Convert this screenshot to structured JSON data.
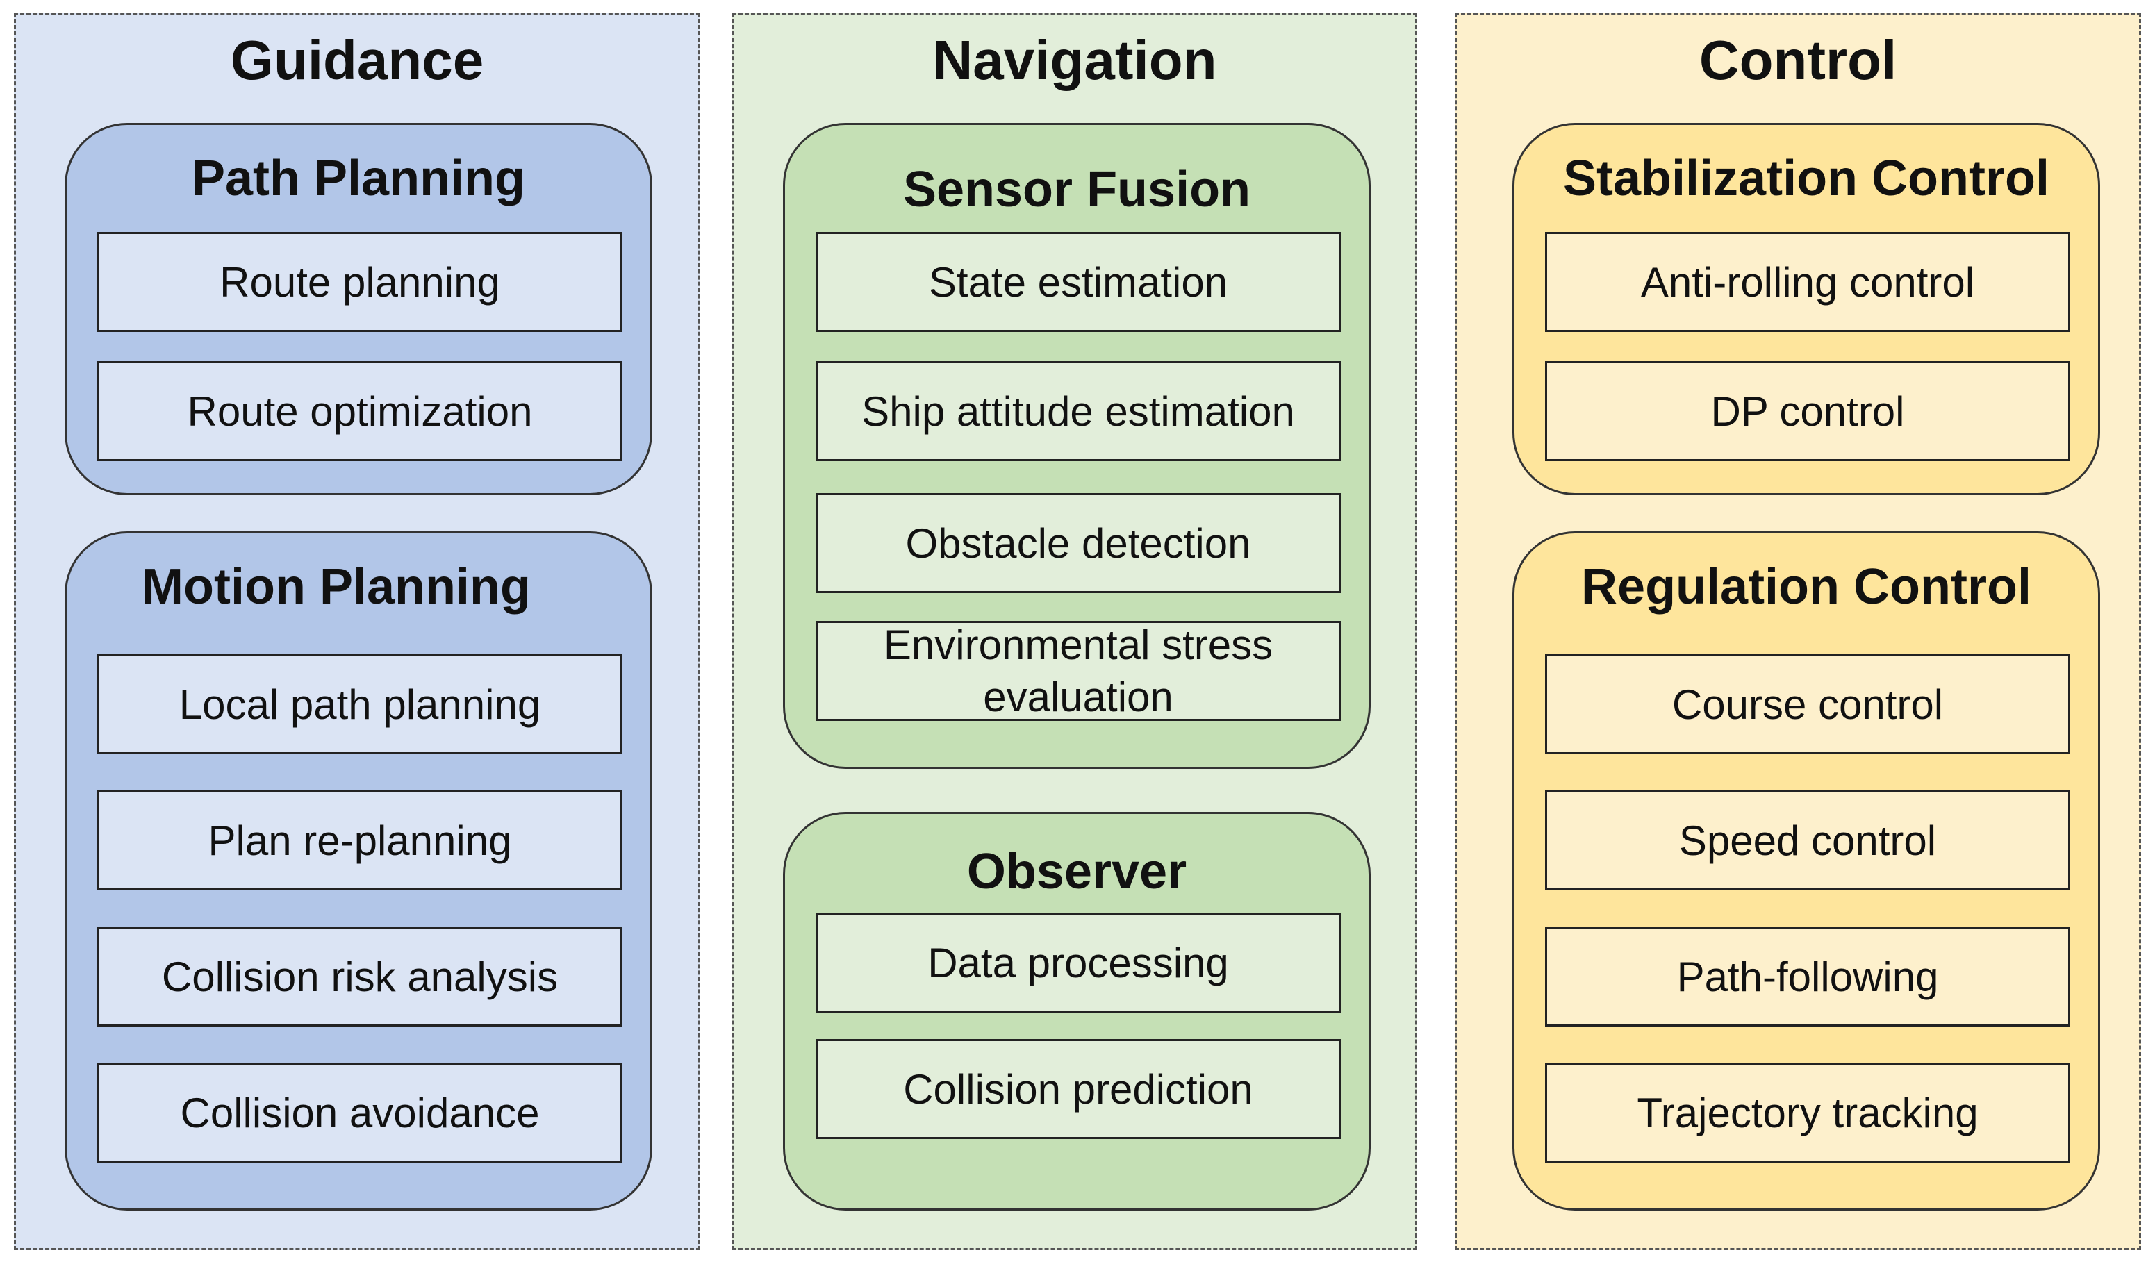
{
  "colors": {
    "guidance_panel": "#dbe4f4",
    "guidance_group": "#b2c6e8",
    "guidance_item": "#dbe4f4",
    "navigation_panel": "#e2eeda",
    "navigation_group": "#c5e0b5",
    "navigation_item": "#e2eeda",
    "control_panel": "#fdf0cc",
    "control_group": "#fee59c",
    "control_item": "#fdf0cc"
  },
  "guidance": {
    "title": "Guidance",
    "path_planning": {
      "title": "Path Planning",
      "items": [
        "Route planning",
        "Route optimization"
      ]
    },
    "motion_planning": {
      "title": "Motion Planning",
      "items": [
        "Local path planning",
        "Plan re-planning",
        "Collision risk analysis",
        "Collision avoidance"
      ]
    }
  },
  "navigation": {
    "title": "Navigation",
    "sensor_fusion": {
      "title": "Sensor Fusion",
      "items": [
        "State estimation",
        "Ship attitude estimation",
        "Obstacle detection",
        "Environmental stress evaluation"
      ]
    },
    "observer": {
      "title": "Observer",
      "items": [
        "Data processing",
        "Collision prediction"
      ]
    }
  },
  "control": {
    "title": "Control",
    "stabilization_control": {
      "title": "Stabilization Control",
      "items": [
        "Anti-rolling control",
        "DP control"
      ]
    },
    "regulation_control": {
      "title": "Regulation Control",
      "items": [
        "Course control",
        "Speed control",
        "Path-following",
        "Trajectory tracking"
      ]
    }
  }
}
